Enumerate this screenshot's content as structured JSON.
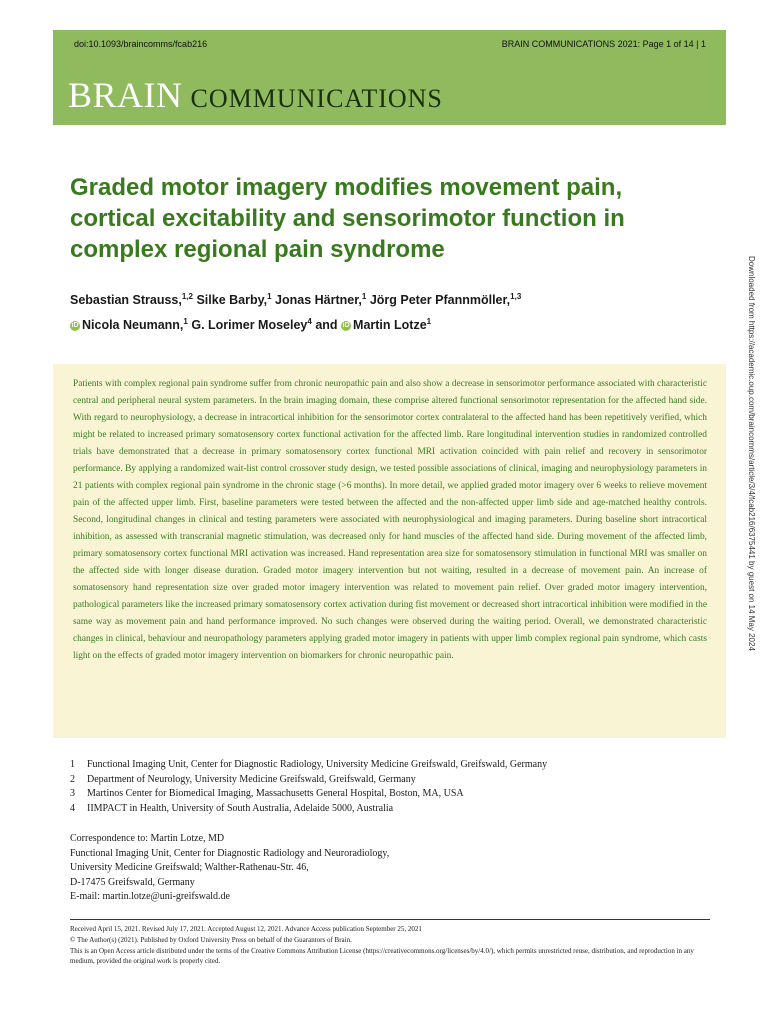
{
  "header": {
    "doi": "doi:10.1093/braincomms/fcab216",
    "journal_page": "BRAIN COMMUNICATIONS 2021: Page 1 of 14   |   1",
    "brand_main": "BRAIN",
    "brand_sub": "COMMUNICATIONS",
    "colors": {
      "banner": "#8fba5e",
      "title_green": "#3a7a1f",
      "abstract_bg": "#f8f4d4"
    }
  },
  "article": {
    "title": "Graded motor imagery modifies movement pain, cortical excitability and sensorimotor function in complex regional pain syndrome",
    "authors": [
      {
        "name": "Sebastian Strauss,",
        "sup": "1,2",
        "orcid": false
      },
      {
        "name": "Silke Barby,",
        "sup": "1",
        "orcid": false
      },
      {
        "name": "Jonas Härtner,",
        "sup": "1",
        "orcid": false
      },
      {
        "name": "Jörg Peter Pfannmöller,",
        "sup": "1,3",
        "orcid": false
      },
      {
        "name": "Nicola Neumann,",
        "sup": "1",
        "orcid": true
      },
      {
        "name": "G. Lorimer Moseley",
        "sup": "4",
        "orcid": false
      },
      {
        "name": "and",
        "sup": "",
        "orcid": false
      },
      {
        "name": "Martin Lotze",
        "sup": "1",
        "orcid": true
      }
    ],
    "abstract": "Patients with complex regional pain syndrome suffer from chronic neuropathic pain and also show a decrease in sensorimotor performance associated with characteristic central and peripheral neural system parameters. In the brain imaging domain, these comprise altered functional sensorimotor representation for the affected hand side. With regard to neurophysiology, a decrease in intracortical inhibition for the sensorimotor cortex contralateral to the affected hand has been repetitively verified, which might be related to increased primary somatosensory cortex functional activation for the affected limb. Rare longitudinal intervention studies in randomized controlled trials have demonstrated that a decrease in primary somatosensory cortex functional MRI activation coincided with pain relief and recovery in sensorimotor performance. By applying a randomized wait-list control crossover study design, we tested possible associations of clinical, imaging and neurophysiology parameters in 21 patients with complex regional pain syndrome in the chronic stage (>6 months). In more detail, we applied graded motor imagery over 6 weeks to relieve movement pain of the affected upper limb. First, baseline parameters were tested between the affected and the non-affected upper limb side and age-matched healthy controls. Second, longitudinal changes in clinical and testing parameters were associated with neurophysiological and imaging parameters. During baseline short intracortical inhibition, as assessed with transcranial magnetic stimulation, was decreased only for hand muscles of the affected hand side. During movement of the affected limb, primary somatosensory cortex functional MRI activation was increased. Hand representation area size for somatosensory stimulation in functional MRI was smaller on the affected side with longer disease duration. Graded motor imagery intervention but not waiting, resulted in a decrease of movement pain. An increase of somatosensory hand representation size over graded motor imagery intervention was related to movement pain relief. Over graded motor imagery intervention, pathological parameters like the increased primary somatosensory cortex activation during fist movement or decreased short intracortical inhibition were modified in the same way as movement pain and hand performance improved. No such changes were observed during the waiting period. Overall, we demonstrated characteristic changes in clinical, behaviour and neuropathology parameters applying graded motor imagery in patients with upper limb complex regional pain syndrome, which casts light on the effects of graded motor imagery intervention on biomarkers for chronic neuropathic pain.",
    "affiliations": [
      {
        "num": "1",
        "text": "Functional Imaging Unit, Center for Diagnostic Radiology, University Medicine Greifswald, Greifswald, Germany"
      },
      {
        "num": "2",
        "text": "Department of Neurology, University Medicine Greifswald, Greifswald, Germany"
      },
      {
        "num": "3",
        "text": "Martinos Center for Biomedical Imaging, Massachusetts General Hospital, Boston, MA, USA"
      },
      {
        "num": "4",
        "text": "IIMPACT in Health, University of South Australia, Adelaide 5000, Australia"
      }
    ],
    "correspondence": [
      "Correspondence to: Martin Lotze, MD",
      "Functional Imaging Unit, Center for Diagnostic Radiology and Neuroradiology,",
      "University Medicine Greifswald; Walther-Rathenau-Str. 46,",
      "D-17475 Greifswald, Germany",
      "E-mail: martin.lotze@uni-greifswald.de"
    ],
    "footer": [
      "Received April 15, 2021. Revised July 17, 2021. Accepted August 12, 2021. Advance Access publication September 25, 2021",
      "© The Author(s) (2021). Published by Oxford University Press on behalf of the Guarantors of Brain.",
      "This is an Open Access article distributed under the terms of the Creative Commons Attribution License (https://creativecommons.org/licenses/by/4.0/), which permits unrestricted reuse, distribution, and reproduction in any medium, provided the original work is properly cited."
    ],
    "side_note": "Downloaded from https://academic.oup.com/braincomms/article/3/4/fcab216/6375441 by guest on 14 May 2024"
  }
}
